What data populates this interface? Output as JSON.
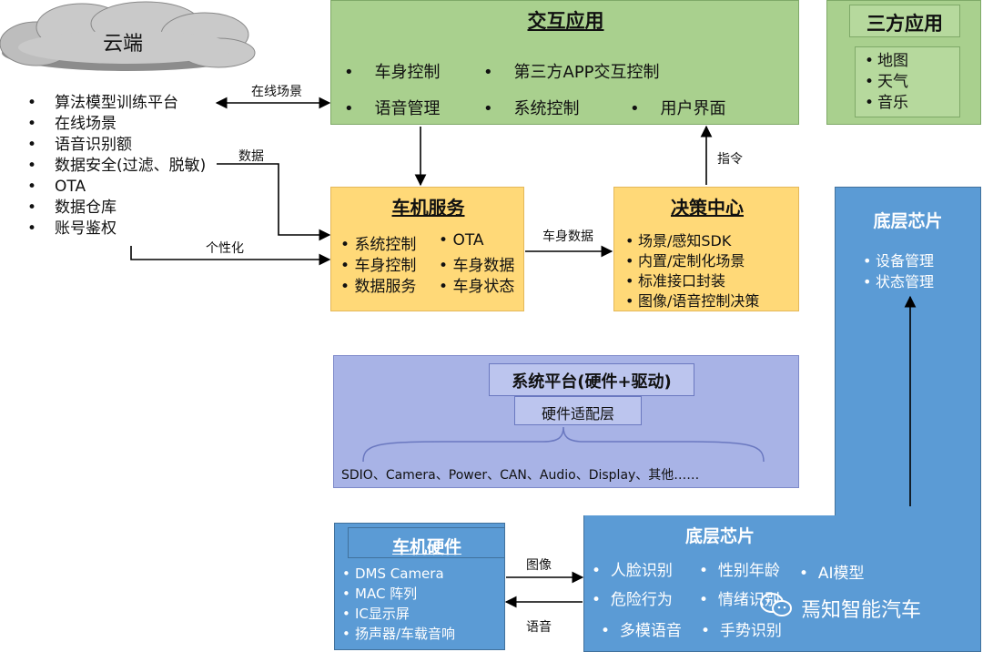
{
  "cloud": {
    "label": "云端",
    "items": [
      "算法模型训练平台",
      "在线场景",
      "语音识别额",
      "数据安全(过滤、脱敏)",
      "OTA",
      "数据仓库",
      "账号鉴权"
    ]
  },
  "interaction_app": {
    "title": "交互应用",
    "items": [
      "车身控制",
      "第三方APP交互控制",
      "语音管理",
      "系统控制",
      "用户界面"
    ]
  },
  "third_party_app": {
    "title": "三方应用",
    "items": [
      "地图",
      "天气",
      "音乐"
    ]
  },
  "car_service": {
    "title": "车机服务",
    "items": [
      "系统控制",
      "OTA",
      "车身控制",
      "车身数据",
      "数据服务",
      "车身状态"
    ]
  },
  "decision_center": {
    "title": "决策中心",
    "items": [
      "场景/感知SDK",
      "内置/定制化场景",
      "标准接口封装",
      "图像/语音控制决策"
    ]
  },
  "system_platform": {
    "title": "系统平台(硬件+驱动)",
    "adapter": "硬件适配层",
    "items": "SDIO、Camera、Power、CAN、Audio、Display、其他……"
  },
  "chip_upper": {
    "title": "底层芯片",
    "items": [
      "设备管理",
      "状态管理"
    ]
  },
  "chip_lower": {
    "title": "底层芯片",
    "items": [
      "人脸识别",
      "性别年龄",
      "AI模型",
      "危险行为",
      "情绪识别",
      "多模语音",
      "手势识别"
    ]
  },
  "car_hardware": {
    "title": "车机硬件",
    "items": [
      "DMS Camera",
      "MAC 阵列",
      "IC显示屏",
      "扬声器/车载音响"
    ]
  },
  "edges": {
    "online_scene": "在线场景",
    "data": "数据",
    "personalization": "个性化",
    "body_data": "车身数据",
    "command": "指令",
    "image": "图像",
    "voice": "语音"
  },
  "watermark": "焉知智能汽车",
  "colors": {
    "green": "#a9d08e",
    "orange": "#ffd978",
    "lavender": "#a8b3e6",
    "blue": "#5b9bd5",
    "cloud": "#c9c9c9"
  }
}
